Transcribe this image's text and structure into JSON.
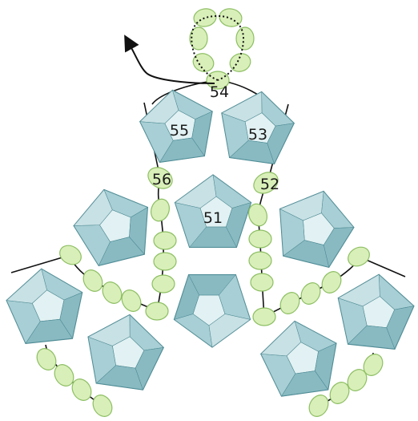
{
  "diagram": {
    "labels": {
      "b51": "51",
      "b52": "52",
      "b53": "53",
      "b54": "54",
      "b55": "55",
      "b56": "56"
    },
    "colors": {
      "crystal_fill": "#a8cfd5",
      "crystal_light": "#e2f1f3",
      "crystal_dark": "#6fa9b2",
      "crystal_edge": "#4f8b94",
      "seed_fill": "#d9efb9",
      "seed_edge": "#8dbf63",
      "thread": "#111111"
    },
    "icons": {
      "path_arrow": "thread-direction-arrow"
    }
  }
}
